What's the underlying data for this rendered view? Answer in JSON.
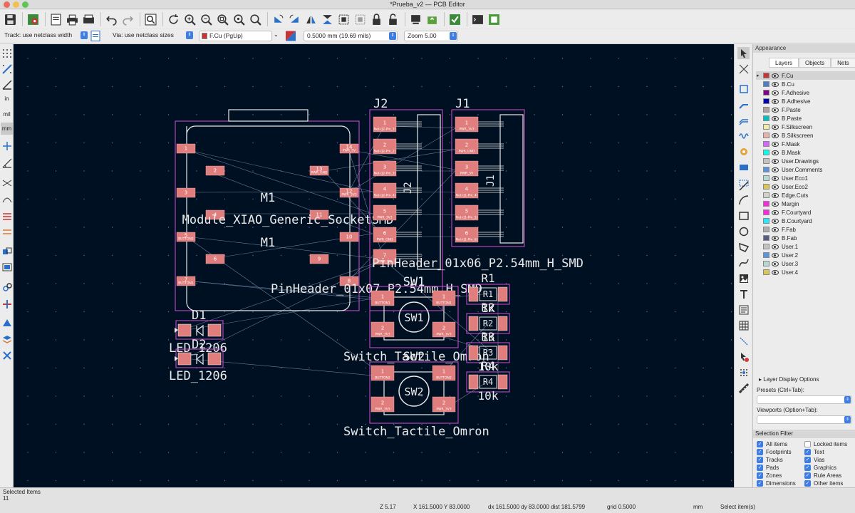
{
  "window": {
    "title": "*Prueba_v2 — PCB Editor"
  },
  "toolbar2": {
    "track": "Track: use netclass width",
    "via": "Via: use netclass sizes",
    "layer": "F.Cu (PgUp)",
    "grid": "0.5000 mm (19.69 mils)",
    "zoom": "Zoom 5.00"
  },
  "left_toolbar": {
    "units_in": "in",
    "units_mil": "mil",
    "units_mm": "mm"
  },
  "appearance": {
    "header": "Appearance",
    "tabs": [
      "Layers",
      "Objects",
      "Nets"
    ],
    "layers": [
      {
        "name": "F.Cu",
        "color": "#c83434"
      },
      {
        "name": "B.Cu",
        "color": "#4d7fc4"
      },
      {
        "name": "F.Adhesive",
        "color": "#84008a"
      },
      {
        "name": "B.Adhesive",
        "color": "#0000b5"
      },
      {
        "name": "F.Paste",
        "color": "#b4a0a0"
      },
      {
        "name": "B.Paste",
        "color": "#00c2c2"
      },
      {
        "name": "F.Silkscreen",
        "color": "#f2eda1"
      },
      {
        "name": "B.Silkscreen",
        "color": "#e8b2a7"
      },
      {
        "name": "F.Mask",
        "color": "#d864ff"
      },
      {
        "name": "B.Mask",
        "color": "#02ffee"
      },
      {
        "name": "User.Drawings",
        "color": "#c2c2c2"
      },
      {
        "name": "User.Comments",
        "color": "#5994dc"
      },
      {
        "name": "User.Eco1",
        "color": "#b4dbd2"
      },
      {
        "name": "User.Eco2",
        "color": "#d8c852"
      },
      {
        "name": "Edge.Cuts",
        "color": "#d0d2cd"
      },
      {
        "name": "Margin",
        "color": "#ff26e2"
      },
      {
        "name": "F.Courtyard",
        "color": "#ff26e2"
      },
      {
        "name": "B.Courtyard",
        "color": "#26e9ff"
      },
      {
        "name": "F.Fab",
        "color": "#afafaf"
      },
      {
        "name": "B.Fab",
        "color": "#585d84"
      },
      {
        "name": "User.1",
        "color": "#c2c2c2"
      },
      {
        "name": "User.2",
        "color": "#5994dc"
      },
      {
        "name": "User.3",
        "color": "#b4dbd2"
      },
      {
        "name": "User.4",
        "color": "#d8c852"
      }
    ],
    "layer_display_options": "Layer Display Options",
    "presets_label": "Presets (Ctrl+Tab):",
    "viewports_label": "Viewports (Option+Tab):"
  },
  "selection_filter": {
    "header": "Selection Filter",
    "items": [
      {
        "label": "All items",
        "checked": true
      },
      {
        "label": "Locked items",
        "checked": false
      },
      {
        "label": "Footprints",
        "checked": true
      },
      {
        "label": "Text",
        "checked": true
      },
      {
        "label": "Tracks",
        "checked": true
      },
      {
        "label": "Vias",
        "checked": true
      },
      {
        "label": "Pads",
        "checked": true
      },
      {
        "label": "Graphics",
        "checked": true
      },
      {
        "label": "Zones",
        "checked": true
      },
      {
        "label": "Rule Areas",
        "checked": true
      },
      {
        "label": "Dimensions",
        "checked": true
      },
      {
        "label": "Other items",
        "checked": true
      }
    ]
  },
  "status": {
    "selected_label": "Selected Items",
    "selected_count": "11",
    "zoom": "Z 5.17",
    "xy": "X 161.5000  Y 83.0000",
    "dxdy": "dx 161.5000  dy 83.0000  dist 181.5799",
    "grid": "grid 0.5000",
    "units": "mm",
    "message": "Select item(s)"
  },
  "canvas": {
    "module_ref": "M1",
    "module_value": "Module_XIAO_Generic_SocketSMD",
    "module_pads": [
      {
        "num": "1",
        "net": "",
        "side": "L"
      },
      {
        "num": "2",
        "net": "",
        "side": "Li"
      },
      {
        "num": "3",
        "net": "",
        "side": "L"
      },
      {
        "num": "4",
        "net": "",
        "side": "Li"
      },
      {
        "num": "5",
        "net": "BUTTON2",
        "side": "L"
      },
      {
        "num": "6",
        "net": "",
        "side": "Li"
      },
      {
        "num": "7",
        "net": "BUTTON1",
        "side": "L"
      },
      {
        "num": "14",
        "net": "PWR_5V",
        "side": "R"
      },
      {
        "num": "13",
        "net": "PWR_GND",
        "side": "Ri"
      },
      {
        "num": "12",
        "net": "PWR_3V3",
        "side": "R"
      },
      {
        "num": "11",
        "net": "",
        "side": "Ri"
      },
      {
        "num": "10",
        "net": "",
        "side": "R"
      },
      {
        "num": "9",
        "net": "",
        "side": "Ri"
      },
      {
        "num": "8",
        "net": "",
        "side": "R"
      }
    ],
    "j2_ref": "J2",
    "j2_pads": [
      {
        "num": "1",
        "net": "Net-(J2-Pin_1)"
      },
      {
        "num": "2",
        "net": "Net-(J2-Pin_2)"
      },
      {
        "num": "3",
        "net": "Net-(J2-Pin_3)"
      },
      {
        "num": "4",
        "net": "Net-(J2-Pin_4)"
      },
      {
        "num": "5",
        "net": "PWR_3V3"
      },
      {
        "num": "6",
        "net": "PWR_GND"
      },
      {
        "num": "7",
        "net": "PWR_5V"
      }
    ],
    "j2_value": "PinHeader_01x07_P2.54mm_H_SMD",
    "j1_ref": "J1",
    "j1_pads": [
      {
        "num": "1",
        "net": "PWR_3V3"
      },
      {
        "num": "2",
        "net": "PWR_GND"
      },
      {
        "num": "3",
        "net": "PWR_5V"
      },
      {
        "num": "4",
        "net": "Net-(J1-Pin_4)"
      },
      {
        "num": "5",
        "net": "Net-(J1-Pin_5)"
      },
      {
        "num": "6",
        "net": "Net-(J1-Pin_6)"
      }
    ],
    "j1_value": "PinHeader_01x06_P2.54mm_H_SMD",
    "sw1_ref": "SW1",
    "sw1_pads": [
      {
        "num": "1",
        "net": "BUTTON1"
      },
      {
        "num": "1",
        "net": "BUTTON1"
      },
      {
        "num": "2",
        "net": "PWR_3V3"
      },
      {
        "num": "2",
        "net": "PWR_3V3"
      }
    ],
    "sw2_ref": "SW2",
    "sw2_pads": [
      {
        "num": "1",
        "net": "BUTTON2"
      },
      {
        "num": "1",
        "net": "BUTTON2"
      },
      {
        "num": "2",
        "net": "PWR_3V3"
      },
      {
        "num": "2",
        "net": "PWR_3V3"
      }
    ],
    "switch_value": "Switch_Tactile_Omron",
    "d1_ref": "D1",
    "d2_ref": "D2",
    "led_value": "LED_1206",
    "resistors": [
      {
        "ref": "R1",
        "value": "1K"
      },
      {
        "ref": "R2",
        "value": "1K"
      },
      {
        "ref": "R3",
        "value": "10k"
      },
      {
        "ref": "R4",
        "value": "10k"
      }
    ]
  }
}
